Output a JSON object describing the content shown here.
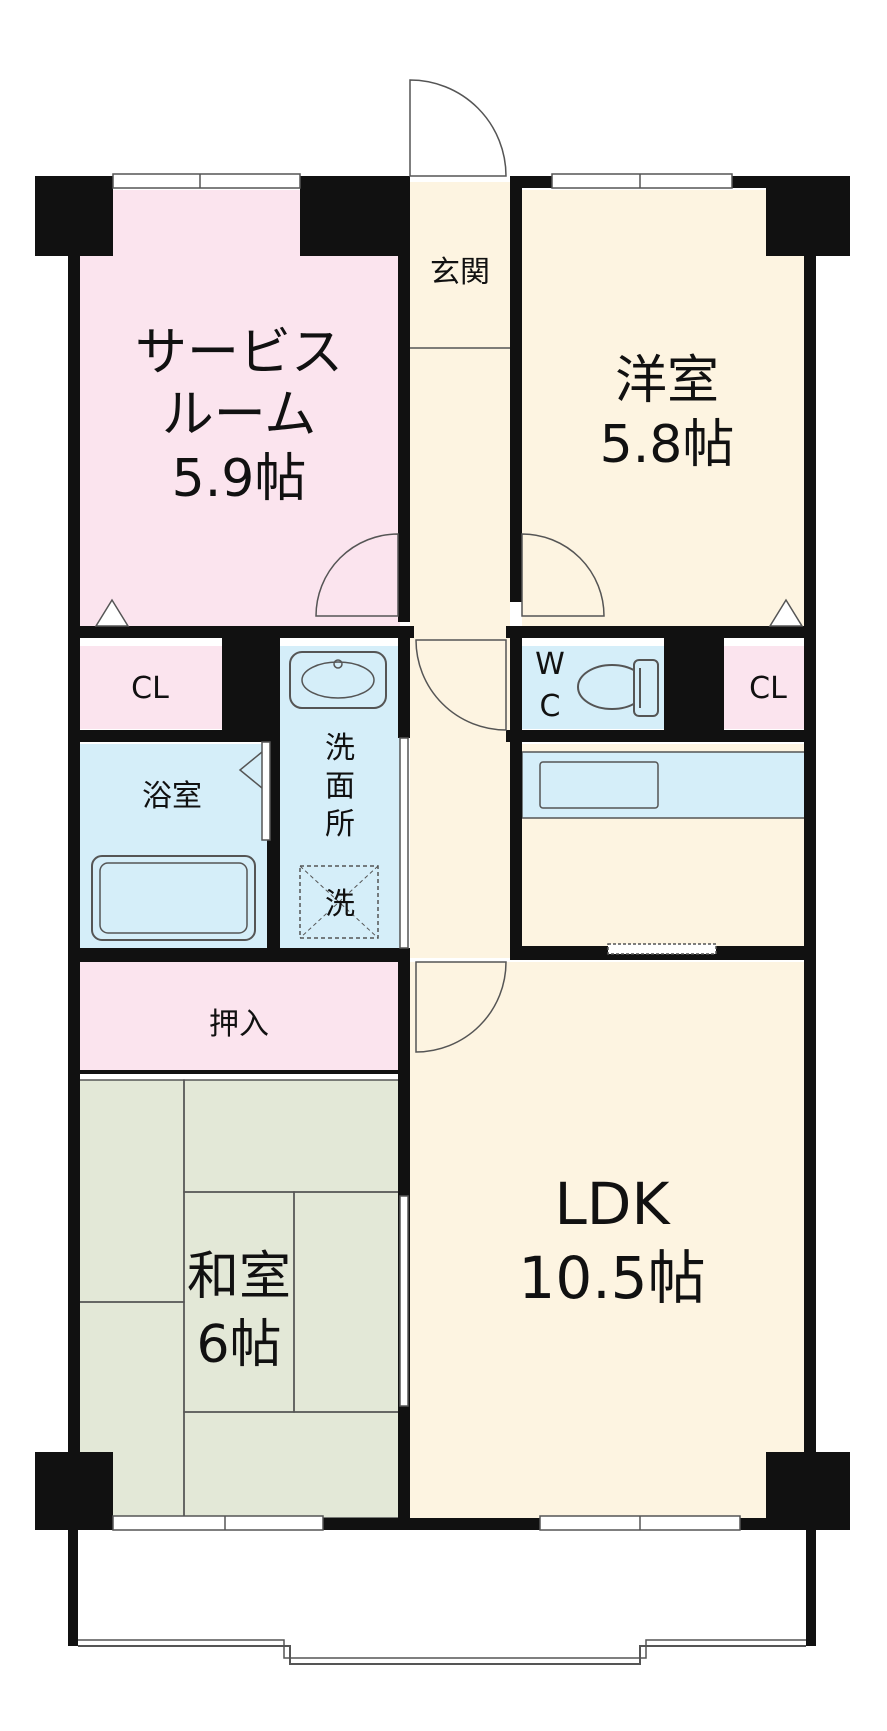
{
  "colors": {
    "wall": "#111111",
    "pink": "#fbe4ee",
    "cream": "#fdf4e1",
    "blue": "#d5eef9",
    "tatami": "#e3e8d7",
    "line": "#555555"
  },
  "rooms": {
    "service_room": {
      "line1": "サービス",
      "line2": "ルーム",
      "size": "5.9帖"
    },
    "western_room": {
      "line1": "洋室",
      "size": "5.8帖"
    },
    "entrance": {
      "label": "玄関"
    },
    "closet_left": {
      "label": "CL"
    },
    "closet_right": {
      "label": "CL"
    },
    "wc": {
      "line1": "W",
      "line2": "C"
    },
    "bathroom": {
      "label": "浴室"
    },
    "washroom": {
      "line1": "洗",
      "line2": "面",
      "line3": "所"
    },
    "washer": {
      "label": "洗"
    },
    "oshiire": {
      "label": "押入"
    },
    "japanese_room": {
      "line1": "和室",
      "size": "6帖"
    },
    "ldk": {
      "line1": "LDK",
      "size": "10.5帖"
    }
  }
}
